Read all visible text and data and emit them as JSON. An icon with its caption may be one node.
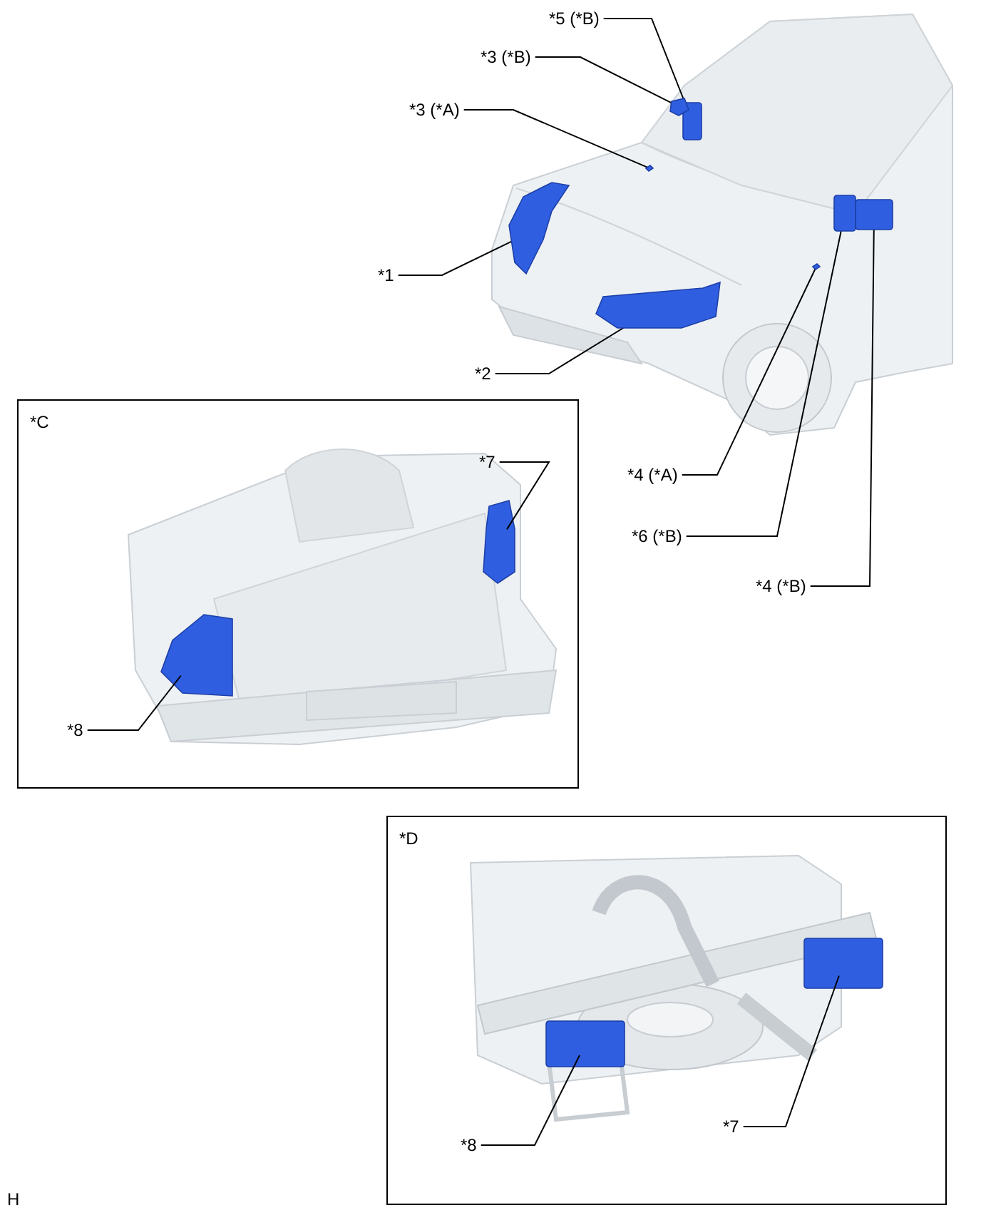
{
  "diagram": {
    "nodes": [
      {
        "text": [
          "*5 (*B)"
        ]
      },
      {
        "text": [
          "*3 (*B)"
        ]
      },
      {
        "text": [
          "*3 (*A)"
        ]
      },
      {
        "text": [
          "*1"
        ]
      },
      {
        "text": [
          "*2"
        ]
      },
      {
        "text": [
          "*C"
        ]
      },
      {
        "text": [
          "*7"
        ],
        "in": 5
      },
      {
        "text": [
          "*4 (*A)"
        ]
      },
      {
        "text": [
          "*6 (*B)"
        ]
      },
      {
        "text": [
          "*4 (*B)"
        ]
      },
      {
        "text": [
          "*8"
        ],
        "in": 5
      },
      {
        "text": [
          "*D"
        ]
      },
      {
        "text": [
          "*8"
        ],
        "in": 11
      },
      {
        "text": [
          "*7"
        ],
        "in": 11
      },
      {
        "text": [],
        "shape": "box"
      },
      {
        "text": [],
        "shape": "picture"
      },
      {
        "text": [],
        "shape": "picture"
      },
      {
        "text": [],
        "shape": "picture"
      },
      {
        "text": [],
        "shape": "picture"
      },
      {
        "text": [],
        "shape": "picture"
      },
      {
        "text": [],
        "shape": "box"
      },
      {
        "text": [],
        "shape": "box"
      },
      {
        "text": [],
        "shape": "picture",
        "in": 5
      },
      {
        "text": [],
        "shape": "picture",
        "in": 5
      },
      {
        "text": [],
        "shape": "box",
        "in": 11
      },
      {
        "text": [],
        "shape": "box",
        "in": 11
      }
    ],
    "edges": [
      {
        "from": 0,
        "to": 14,
        "arrow": "none"
      },
      {
        "from": 1,
        "to": 15,
        "arrow": "none"
      },
      {
        "from": 2,
        "to": 16,
        "arrow": "none"
      },
      {
        "from": 3,
        "to": 17,
        "arrow": "none"
      },
      {
        "from": 4,
        "to": 18,
        "arrow": "none"
      },
      {
        "from": 6,
        "to": 22,
        "arrow": "none"
      },
      {
        "from": 7,
        "to": 19,
        "arrow": "none"
      },
      {
        "from": 8,
        "to": 20,
        "arrow": "none"
      },
      {
        "from": 9,
        "to": 21,
        "arrow": "none"
      },
      {
        "from": 10,
        "to": 23,
        "arrow": "none"
      },
      {
        "from": 12,
        "to": 24,
        "arrow": "none"
      },
      {
        "from": 13,
        "to": 25,
        "arrow": "none"
      }
    ],
    "labels": [
      "H"
    ]
  }
}
